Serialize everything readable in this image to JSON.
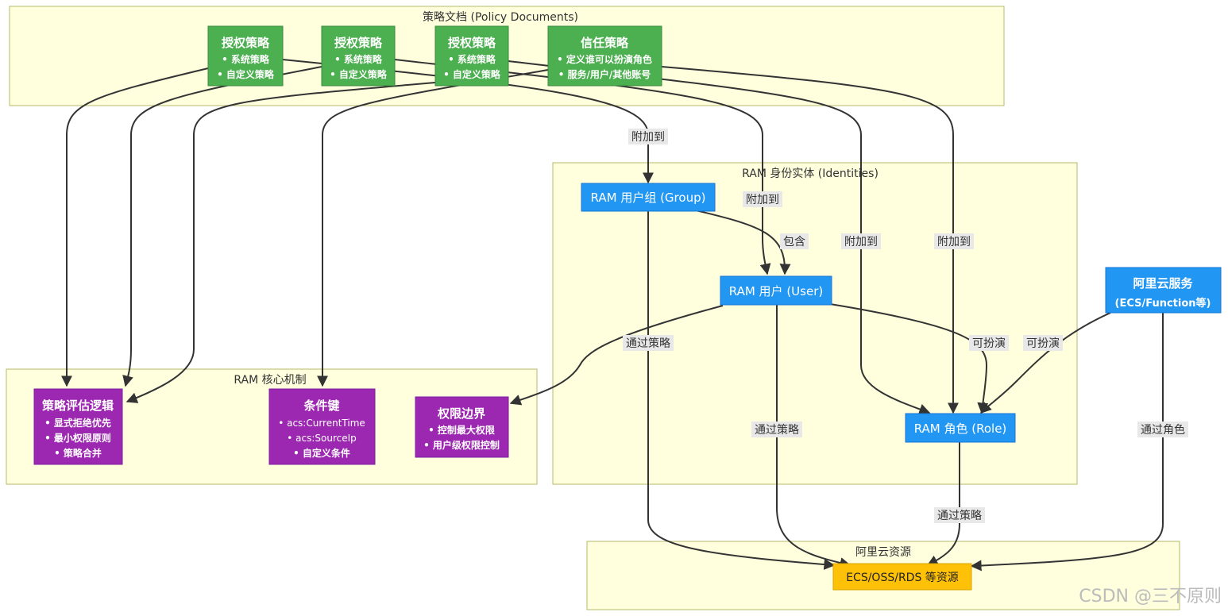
{
  "colors": {
    "policy": "#4caf50",
    "identity": "#2196f3",
    "core": "#9c27b0",
    "resource": "#ffc107",
    "cluster_fill": "#ffffde",
    "cluster_stroke": "#b6b86a"
  },
  "clusters": {
    "policy_docs": "策略文档 (Policy Documents)",
    "identities": "RAM 身份实体 (Identities)",
    "core": "RAM 核心机制",
    "resources": "阿里云资源"
  },
  "nodes": {
    "auth1": {
      "title": "授权策略",
      "lines": [
        "• 系统策略",
        "• 自定义策略"
      ]
    },
    "auth2": {
      "title": "授权策略",
      "lines": [
        "• 系统策略",
        "• 自定义策略"
      ]
    },
    "auth3": {
      "title": "授权策略",
      "lines": [
        "• 系统策略",
        "• 自定义策略"
      ]
    },
    "trust": {
      "title": "信任策略",
      "lines": [
        "• 定义谁可以扮演角色",
        "• 服务/用户/其他账号"
      ]
    },
    "group": {
      "title": "RAM 用户组 (Group)"
    },
    "user": {
      "title": "RAM 用户 (User)"
    },
    "role": {
      "title": "RAM 角色 (Role)"
    },
    "service": {
      "title": "阿里云服务",
      "subtitle": "(ECS/Function等)"
    },
    "eval": {
      "title": "策略评估逻辑",
      "lines": [
        "• 显式拒绝优先",
        "• 最小权限原则",
        "• 策略合并"
      ]
    },
    "cond": {
      "title": "条件键",
      "lines": [
        "• acs:CurrentTime",
        "• acs:SourceIp",
        "• 自定义条件"
      ]
    },
    "boundary": {
      "title": "权限边界",
      "lines": [
        "• 控制最大权限",
        "• 用户级权限控制"
      ]
    },
    "res": {
      "title": "ECS/OSS/RDS 等资源"
    }
  },
  "edge_labels": {
    "attach_group": "附加到",
    "attach_user": "附加到",
    "contains": "包含",
    "attach_role1": "附加到",
    "attach_role2": "附加到",
    "via_policy_group": "通过策略",
    "via_policy_user": "通过策略",
    "can_assume_user": "可扮演",
    "can_assume_service": "可扮演",
    "via_policy_role": "通过策略",
    "via_role": "通过角色"
  },
  "watermark": "CSDN @三不原则"
}
